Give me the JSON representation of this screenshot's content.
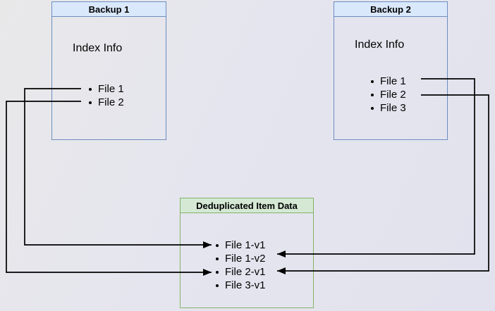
{
  "colors": {
    "canvas-bg-1": "#e9e8e9",
    "canvas-bg-2": "#e5e5ef",
    "canvas-bg-3": "#e2e2ee",
    "backup-header-fill": "#dae8fc",
    "backup-border": "#6c8ebf",
    "dedup-header-fill": "#d5e8d4",
    "dedup-border": "#82b366",
    "arrow-color": "#000000",
    "text-color": "#000000"
  },
  "boxes": {
    "backup1": {
      "title": "Backup 1",
      "section_label": "Index Info",
      "files": [
        "File 1",
        "File 2"
      ]
    },
    "backup2": {
      "title": "Backup 2",
      "section_label": "Index Info",
      "files": [
        "File 1",
        "File 2",
        "File 3"
      ]
    },
    "dedup": {
      "title": "Deduplicated Item Data",
      "items": [
        "File 1-v1",
        "File 1-v2",
        "File 2-v1",
        "File 3-v1"
      ]
    }
  },
  "connections": [
    {
      "from": "Backup 1 / File 1",
      "to": "File 1-v1"
    },
    {
      "from": "Backup 1 / File 2",
      "to": "File 2-v1"
    },
    {
      "from": "Backup 2 / File 1",
      "to": "File 1-v2"
    },
    {
      "from": "Backup 2 / File 2",
      "to": "File 2-v1"
    }
  ]
}
